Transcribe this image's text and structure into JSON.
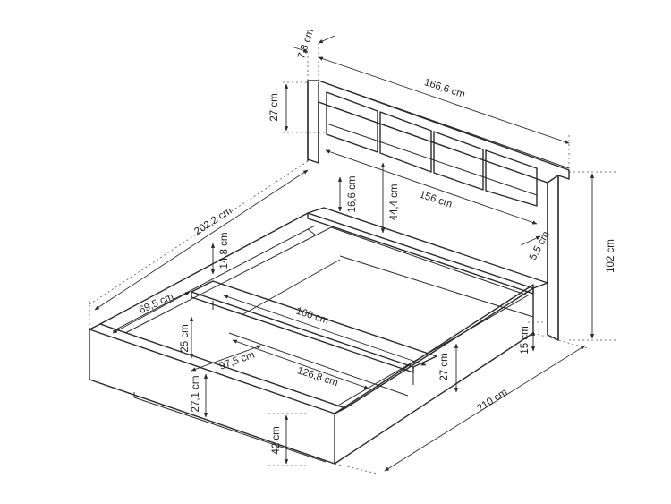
{
  "dimensions": {
    "d_7_8": "7,8 cm",
    "d_166_6": "166,6 cm",
    "d_27_head": "27 cm",
    "d_156": "156 cm",
    "d_16_6": "16,6 cm",
    "d_44_4": "44,4 cm",
    "d_5_5": "5,5 cm",
    "d_102": "102 cm",
    "d_202_2": "202,2 cm",
    "d_14_8": "14,8 cm",
    "d_69_5": "69,5 cm",
    "d_160": "160 cm",
    "d_25": "25 cm",
    "d_97_5": "97,5 cm",
    "d_126_8": "126,8 cm",
    "d_27_side": "27 cm",
    "d_15": "15 cm",
    "d_27_1": "27,1 cm",
    "d_210": "210 cm",
    "d_42": "42 cm"
  }
}
